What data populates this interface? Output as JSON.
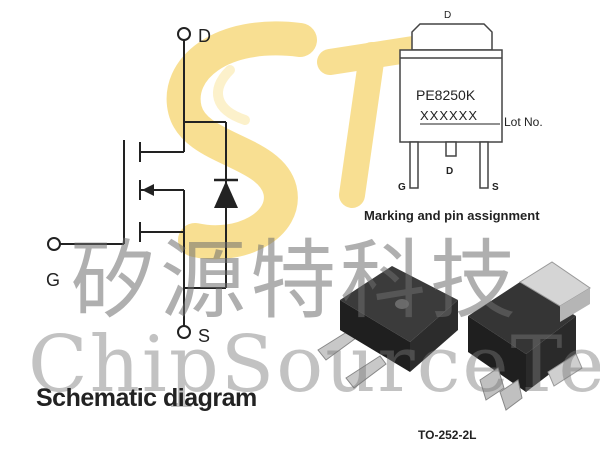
{
  "watermark": {
    "chinese": "矽源特科技",
    "english": "ChipSourceTek",
    "logo_letters": "ST",
    "logo_color": "#f3c63a"
  },
  "schematic": {
    "terminal_drain": "D",
    "terminal_gate": "G",
    "terminal_source": "S",
    "caption": "Schematic diagram"
  },
  "marking": {
    "part_number": "PE8250K",
    "lot_code": "XXXXXX",
    "lot_label": "Lot No.",
    "pin_tab": "D",
    "pin_left": "G",
    "pin_middle": "D",
    "pin_right": "S",
    "caption": "Marking and pin assignment"
  },
  "package": {
    "name": "TO-252-2L"
  }
}
